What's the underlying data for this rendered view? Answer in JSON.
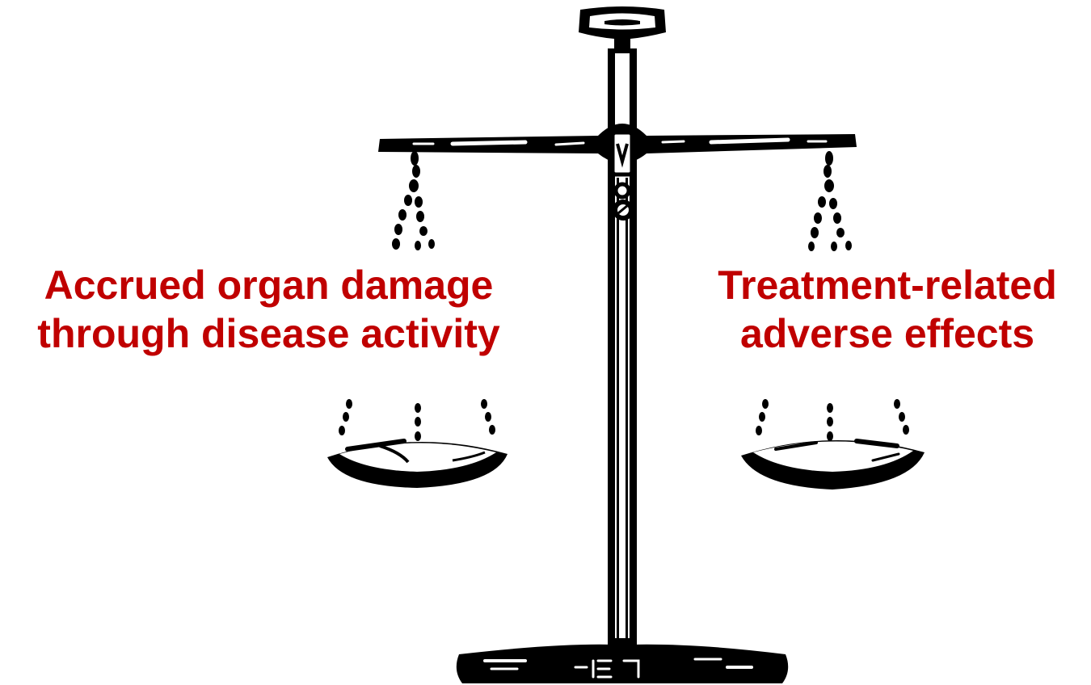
{
  "left_label": {
    "line1": "Accrued organ damage",
    "line2": "through disease activity"
  },
  "right_label": {
    "line1": "Treatment-related",
    "line2": "adverse effects"
  },
  "colors": {
    "label_text": "#c00000",
    "illustration": "#000000",
    "background": "#ffffff"
  },
  "icons": {
    "illustration": "balance-scale-icon"
  }
}
